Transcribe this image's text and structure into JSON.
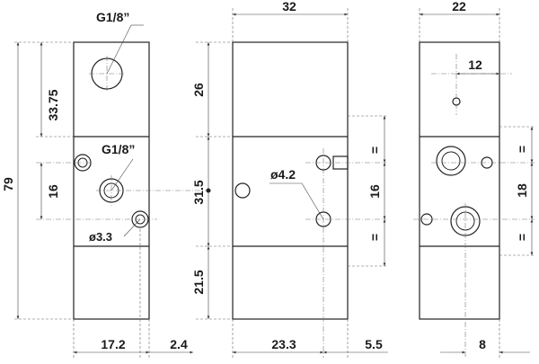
{
  "views": {
    "front": {
      "thread_top": "G1/8”",
      "thread_mid": "G1/8”",
      "hole_dia": "ø3.3",
      "dim_total_height": "79",
      "dim_top_offset": "33.75",
      "dim_hole_spacing": "16",
      "dim_width": "17.2",
      "dim_side_offset": "2.4"
    },
    "side": {
      "dim_width": "32",
      "dim_top": "26",
      "dim_mid": "31.5",
      "dim_bottom": "21.5",
      "hole_dia": "ø4.2",
      "dim_hole_spacing": "16",
      "eq_top": "=",
      "eq_bottom": "=",
      "dim_bottom_width": "23.3",
      "dim_offset": "5.5"
    },
    "end": {
      "dim_width": "22",
      "dim_hole_offset": "12",
      "dim_hole_spacing": "18",
      "eq_top": "=",
      "eq_bottom": "=",
      "dim_bottom_offset": "8"
    }
  }
}
